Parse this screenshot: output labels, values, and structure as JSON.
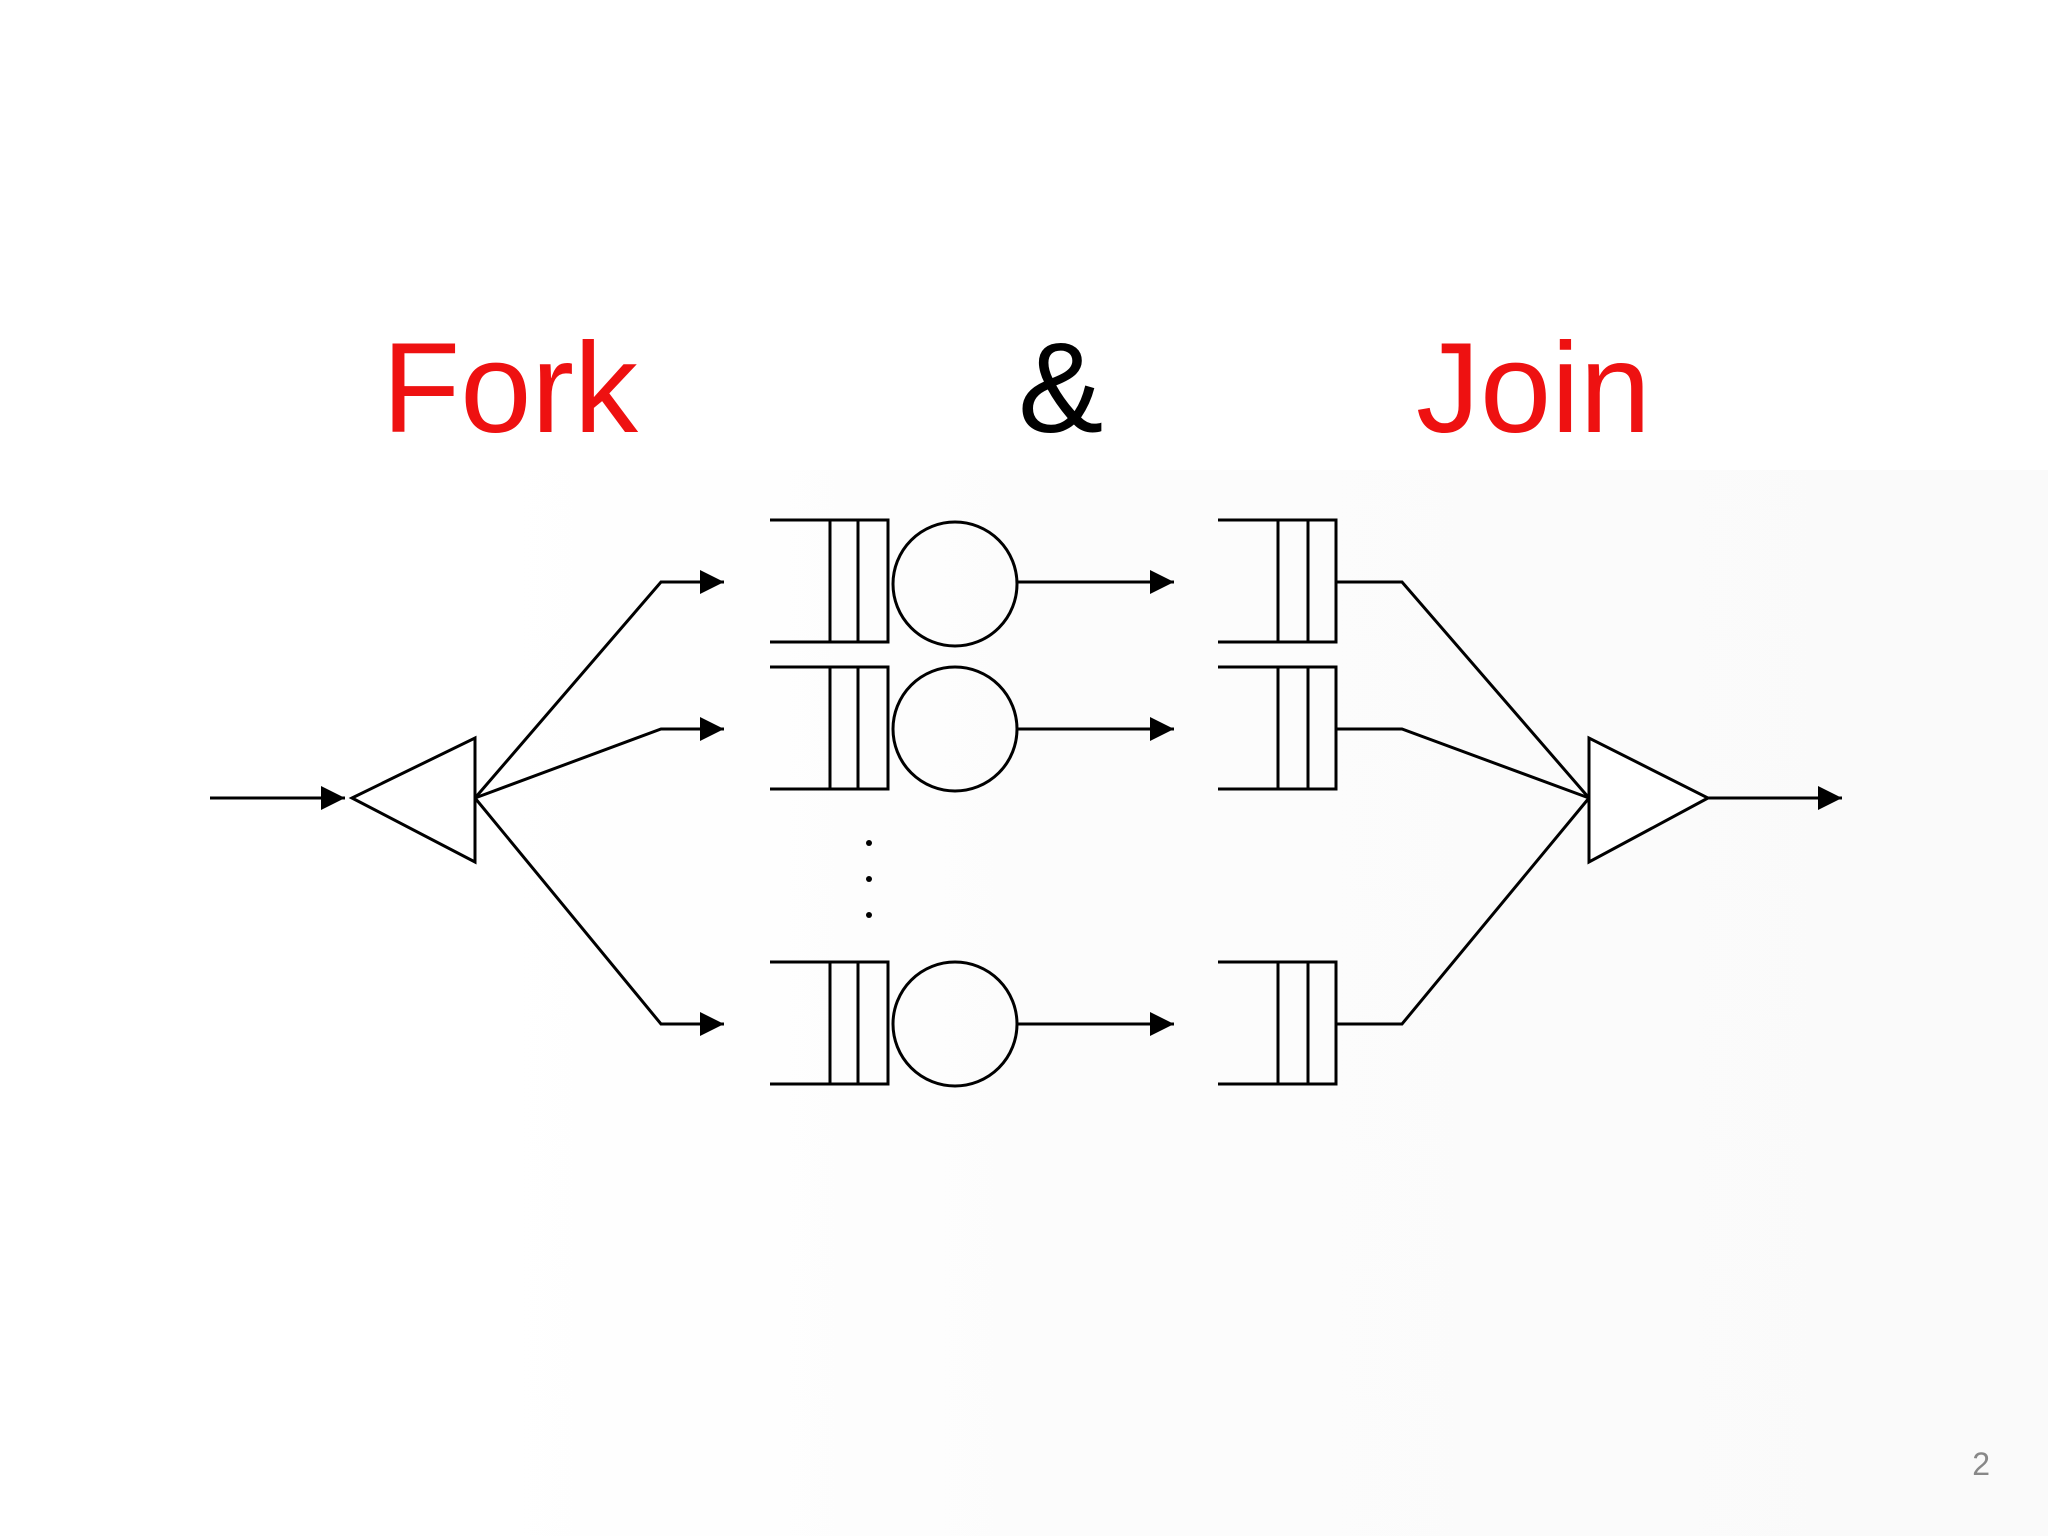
{
  "slide": {
    "title": {
      "fork": "Fork",
      "ampersand": "&",
      "join": "Join"
    },
    "page_number": "2"
  },
  "colors": {
    "accent": "#ee1111",
    "text": "#000000",
    "page_number": "#888888",
    "line": "#000000",
    "background": "#ffffff"
  },
  "diagram": {
    "branches_drawn": 3,
    "ellipsis": "⋮"
  }
}
